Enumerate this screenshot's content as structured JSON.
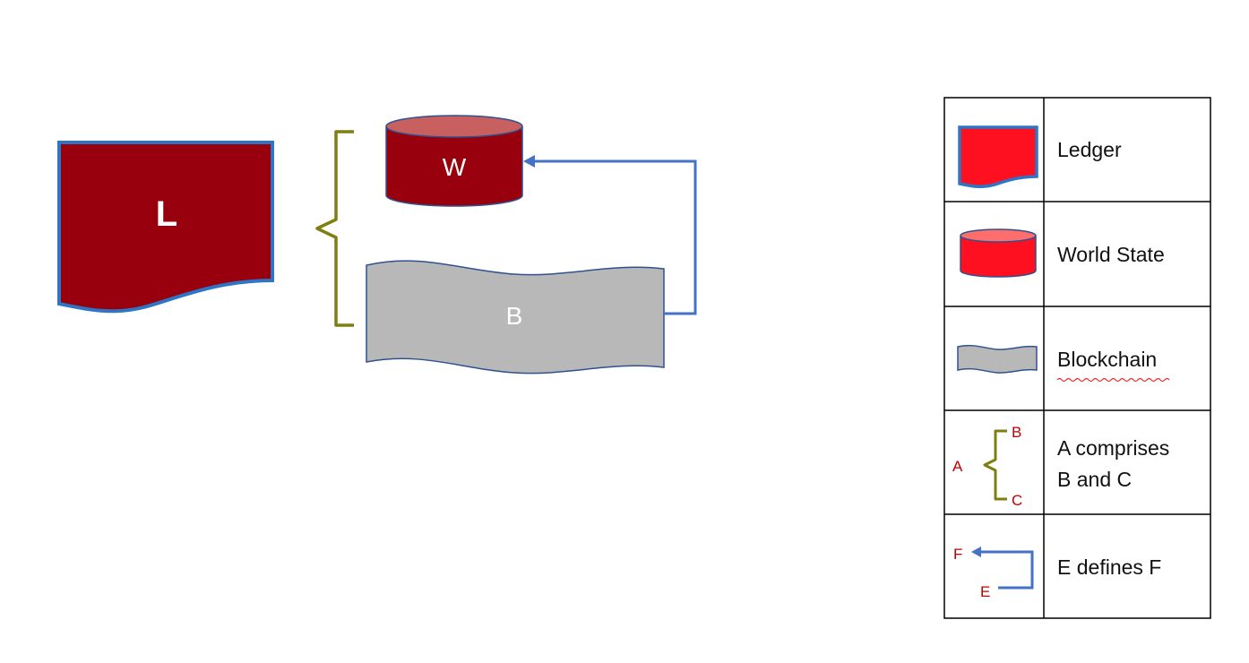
{
  "diagram": {
    "ledger": {
      "label": "L"
    },
    "world_state": {
      "label": "W"
    },
    "blockchain": {
      "label": "B"
    }
  },
  "legend": {
    "rows": [
      {
        "label": "Ledger"
      },
      {
        "label": "World State"
      },
      {
        "label": "Blockchain"
      },
      {
        "label_line1": "A comprises",
        "label_line2": "B and C",
        "brace_a": "A",
        "brace_b": "B",
        "brace_c": "C"
      },
      {
        "label": "E defines F",
        "arrow_e": "E",
        "arrow_f": "F"
      }
    ]
  },
  "colors": {
    "dark_red": "#99000d",
    "bright_red": "#ff1020",
    "cylinder_top_dark": "#c96060",
    "cylinder_top_light": "#ff6d6d",
    "blue_border": "#2e75c6",
    "shape_border": "#2f528f",
    "gray": "#b8b8b8",
    "olive": "#7f7f10",
    "arrow_blue": "#4472c4",
    "letter_red": "#c00000"
  }
}
